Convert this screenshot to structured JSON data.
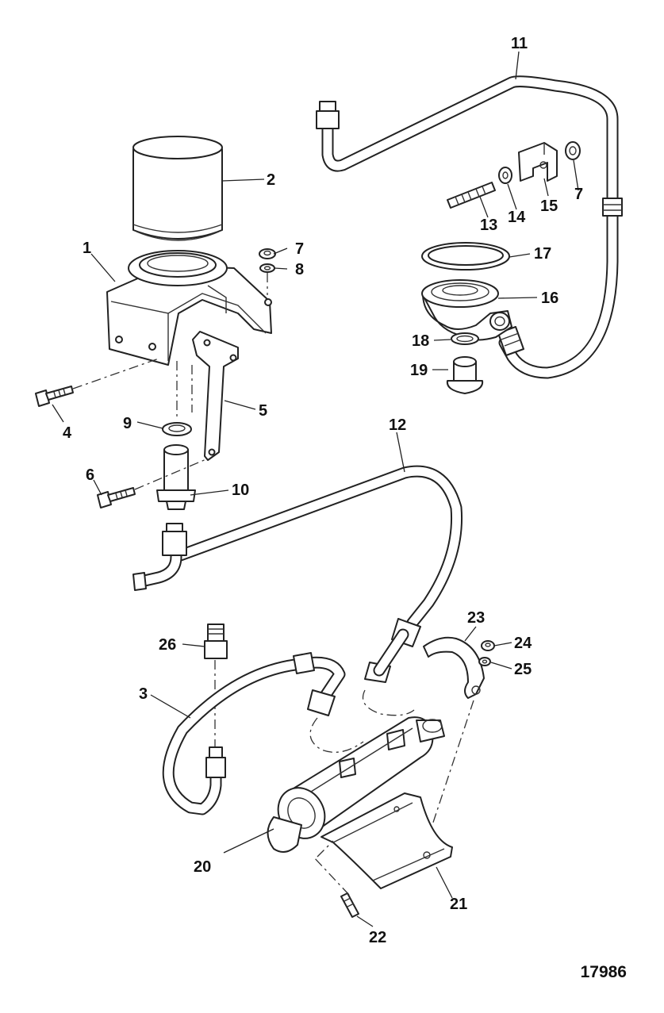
{
  "figure_number": "17986",
  "callouts": [
    {
      "id": "c1",
      "label": "1"
    },
    {
      "id": "c2",
      "label": "2"
    },
    {
      "id": "c3",
      "label": "3"
    },
    {
      "id": "c4",
      "label": "4"
    },
    {
      "id": "c5",
      "label": "5"
    },
    {
      "id": "c6",
      "label": "6"
    },
    {
      "id": "c7a",
      "label": "7"
    },
    {
      "id": "c7b",
      "label": "7"
    },
    {
      "id": "c8",
      "label": "8"
    },
    {
      "id": "c9",
      "label": "9"
    },
    {
      "id": "c10",
      "label": "10"
    },
    {
      "id": "c11",
      "label": "11"
    },
    {
      "id": "c12",
      "label": "12"
    },
    {
      "id": "c13",
      "label": "13"
    },
    {
      "id": "c14",
      "label": "14"
    },
    {
      "id": "c15",
      "label": "15"
    },
    {
      "id": "c16",
      "label": "16"
    },
    {
      "id": "c17",
      "label": "17"
    },
    {
      "id": "c18",
      "label": "18"
    },
    {
      "id": "c19",
      "label": "19"
    },
    {
      "id": "c20",
      "label": "20"
    },
    {
      "id": "c21",
      "label": "21"
    },
    {
      "id": "c22",
      "label": "22"
    },
    {
      "id": "c23",
      "label": "23"
    },
    {
      "id": "c24",
      "label": "24"
    },
    {
      "id": "c25",
      "label": "25"
    },
    {
      "id": "c26",
      "label": "26"
    }
  ]
}
